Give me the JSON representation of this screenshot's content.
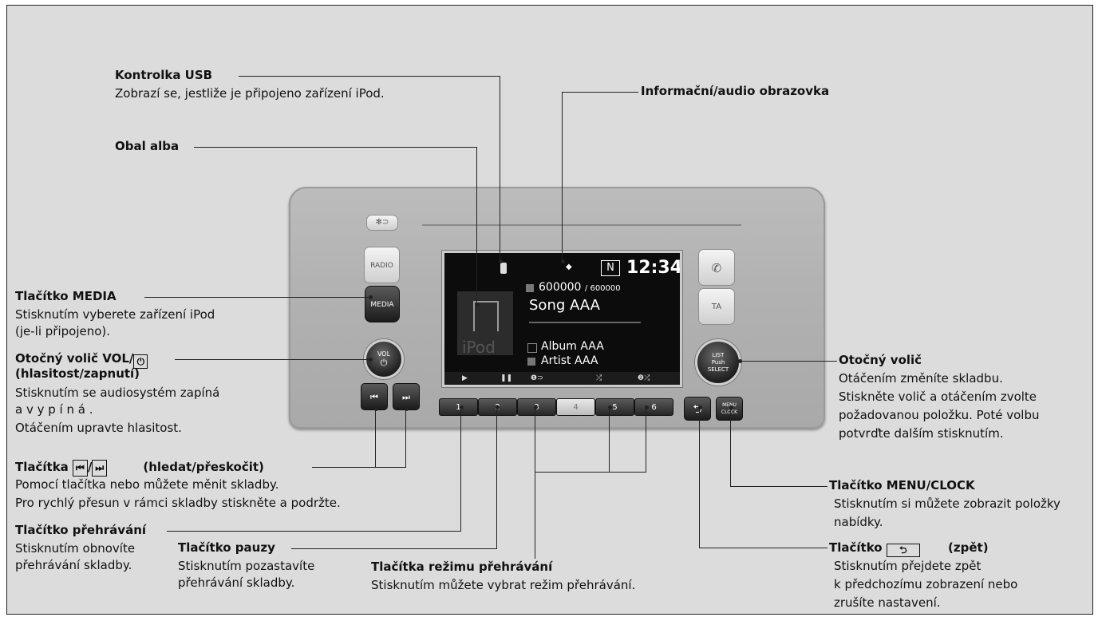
{
  "labels": {
    "usb_title": "Kontrolka USB",
    "usb_desc": "Zobrazí se, jestliže je připojeno zařízení iPod.",
    "album_art_title": "Obal alba",
    "screen_title": "Informační/audio obrazovka",
    "media_title": "Tlačítko MEDIA",
    "media_desc_1": "Stisknutím vyberete zařízení iPod",
    "media_desc_2": "(je-li připojeno).",
    "vol_title_1": "Otočný volič VOL/",
    "vol_title_2": "(hlasitost/zapnutí)",
    "vol_desc_1": "Stisknutím se audiosystém zapíná",
    "vol_desc_2": "a v y p í n á .",
    "vol_desc_3": "Otáčením upravte hlasitost.",
    "skip_title_1": "Tlačítka",
    "skip_title_2": "(hledat/přeskočit)",
    "skip_desc_1a": "Pomocí tlačítka",
    "skip_desc_1b": "nebo",
    "skip_desc_1c": "můžete měnit skladby.",
    "skip_desc_2": "Pro rychlý přesun v rámci skladby stiskněte a podržte.",
    "play_title": "Tlačítko přehrávání",
    "play_desc_1": "Stisknutím obnovíte",
    "play_desc_2": "přehrávání skladby.",
    "pause_title": "Tlačítko pauzy",
    "pause_desc_1": "Stisknutím pozastavíte",
    "pause_desc_2": "přehrávání skladby.",
    "mode_title": "Tlačítka režimu přehrávání",
    "mode_desc": "Stisknutím můžete vybrat režim přehrávání.",
    "knob_title": "Otočný volič",
    "knob_desc_1": "Otáčením změníte skladbu.",
    "knob_desc_2": "Stiskněte volič a otáčením zvolte",
    "knob_desc_3": "požadovanou položku. Poté volbu",
    "knob_desc_4": "potvrďte dalším stisknutím.",
    "menu_title": "Tlačítko MENU/CLOCK",
    "menu_desc_1": "Stisknutím si můžete zobrazit položky",
    "menu_desc_2": "nabídky.",
    "back_title_1": "Tlačítko",
    "back_title_2": "(zpět)",
    "back_desc_1": "Stisknutím přejdete zpět",
    "back_desc_2": "k předchozímu zobrazení nebo",
    "back_desc_3": "zrušíte nastavení."
  },
  "unit": {
    "radio": "RADIO",
    "media": "MEDIA",
    "vol_1": "VOL",
    "vol_2": "⏻",
    "list_1": "LIST",
    "list_2": "Push",
    "list_3": "SELECT",
    "ta": "TA",
    "menu": "MENU",
    "clock": "CLOCK",
    "presets": [
      "1",
      "2",
      "3",
      "4",
      "5",
      "6"
    ]
  },
  "screen": {
    "band": "N",
    "clock": "12:34",
    "track_count": "600000",
    "track_total": "/ 600000",
    "song": "Song AAA",
    "album": "Album AAA",
    "artist": "Artist AAA",
    "ipod": "iPod"
  },
  "colors": {
    "background": "#dcdcdc",
    "screen": "#0c0c0c",
    "text": "#111111"
  }
}
